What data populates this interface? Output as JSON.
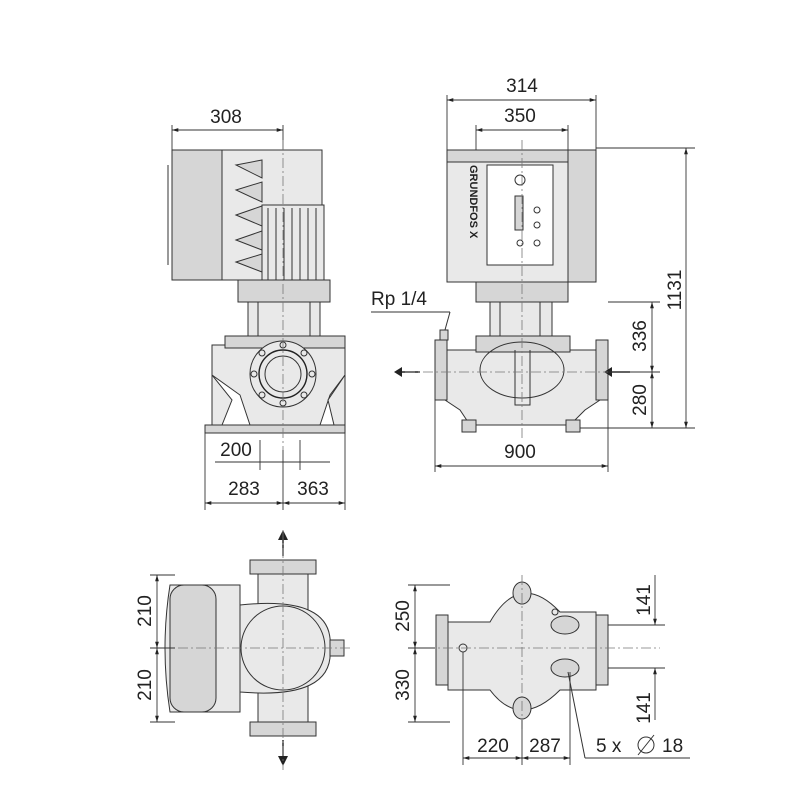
{
  "views": {
    "side": {
      "dims": {
        "motor_width": "308",
        "foot_inner": "200",
        "foot_left": "283",
        "foot_right": "363"
      }
    },
    "front": {
      "dims": {
        "width_total": "314",
        "width_inner": "350",
        "height_total": "1131",
        "height_upper": "336",
        "height_lower": "280",
        "length": "900"
      },
      "port_label": "Rp 1/4",
      "brand": "GRUNDFOS X"
    },
    "top": {
      "dims": {
        "upper": "210",
        "lower": "210"
      }
    },
    "base": {
      "dims": {
        "upper": "250",
        "lower": "330",
        "right_upper": "141",
        "right_lower": "141",
        "bottom_left": "220",
        "bottom_right": "287",
        "holes_count": "5 x",
        "hole_diameter": "18"
      }
    }
  }
}
